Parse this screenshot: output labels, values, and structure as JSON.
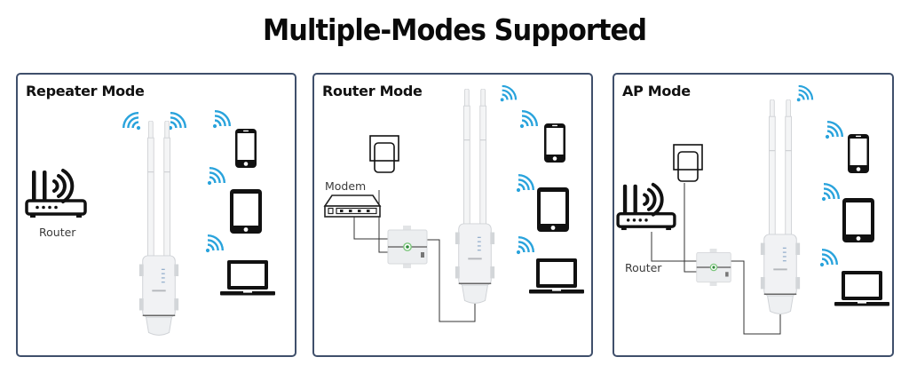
{
  "title": "Multiple-Modes Supported",
  "colors": {
    "wifi": "#29a3dc",
    "border": "#3f4f6b",
    "icon": "#111111",
    "device": "#e9ecef"
  },
  "panels": [
    {
      "title": "Repeater Mode",
      "source_label": "Router",
      "source_icon": "router-icon",
      "devices": [
        "smartphone-icon",
        "tablet-icon",
        "laptop-icon"
      ]
    },
    {
      "title": "Router Mode",
      "source_label": "Modem",
      "source_icon": "modem-icon",
      "devices": [
        "smartphone-icon",
        "tablet-icon",
        "laptop-icon"
      ]
    },
    {
      "title": "AP Mode",
      "source_label": "Router",
      "source_icon": "router-icon",
      "devices": [
        "smartphone-icon",
        "tablet-icon",
        "laptop-icon"
      ]
    }
  ]
}
